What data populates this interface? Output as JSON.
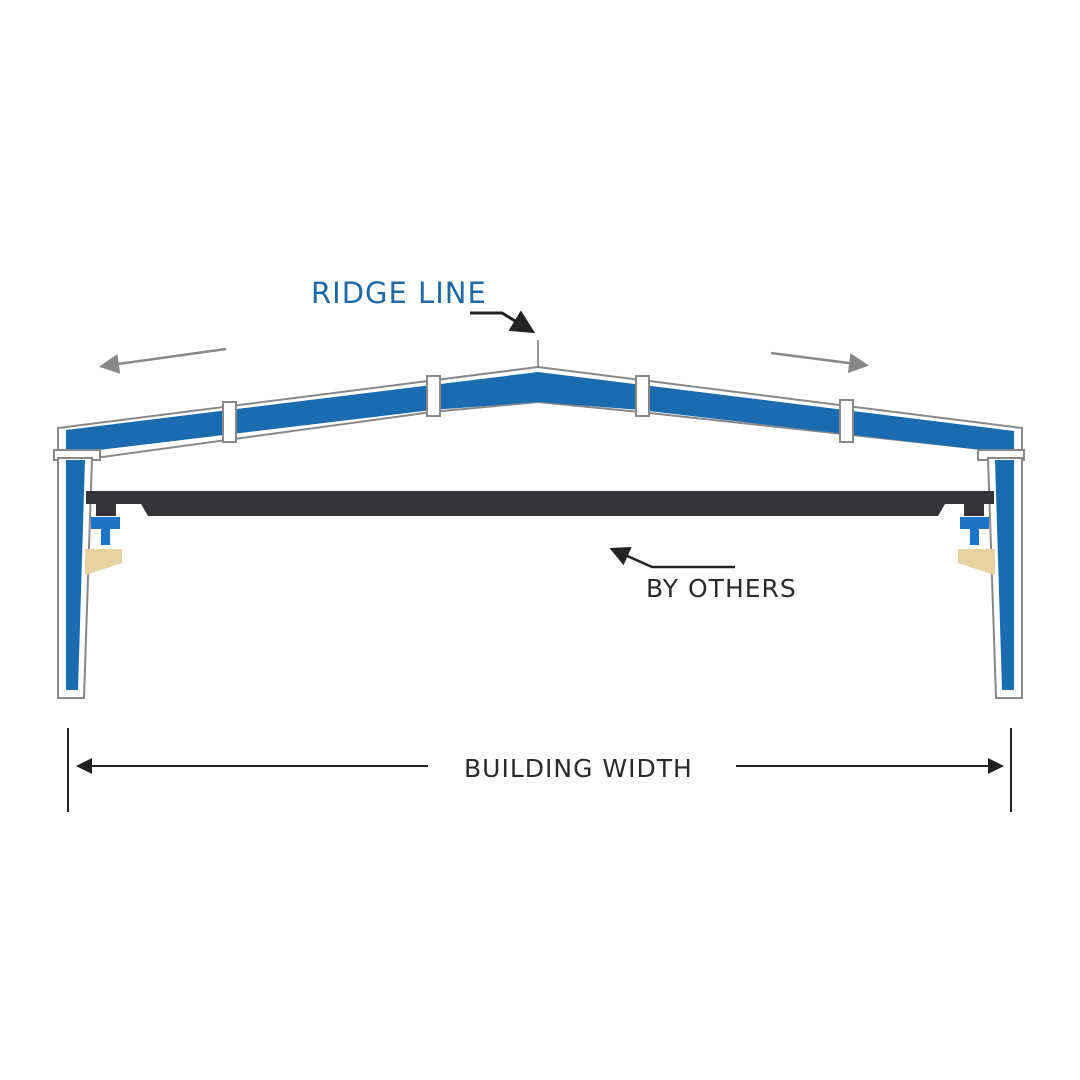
{
  "labels": {
    "ridge_line": "RIDGE LINE",
    "by_others": "BY OTHERS",
    "building_width": "BUILDING WIDTH"
  },
  "colors": {
    "frame_blue": "#1b6bb0",
    "crane_beam": "#333338",
    "rail_blue": "#1c74c9",
    "bracket_tan": "#e6d3a0",
    "outline_gray": "#888888"
  }
}
